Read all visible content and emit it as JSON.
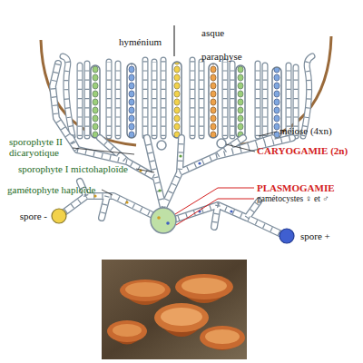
{
  "diagram": {
    "nodes": [
      {
        "text": [
          "spore -"
        ]
      },
      {
        "text": [
          "spore +"
        ]
      }
    ],
    "labels": [
      "hyménium",
      "asque",
      "paraphyse",
      "sporophyte II dicaryotique",
      "sporophyte I mictohaploïde",
      "gamétophyte haploïde",
      "méiose (4xn)",
      "CARYOGAMIE (2n)",
      "PLASMOGAMIE",
      "gamétocystes ♀ et ♂"
    ]
  }
}
